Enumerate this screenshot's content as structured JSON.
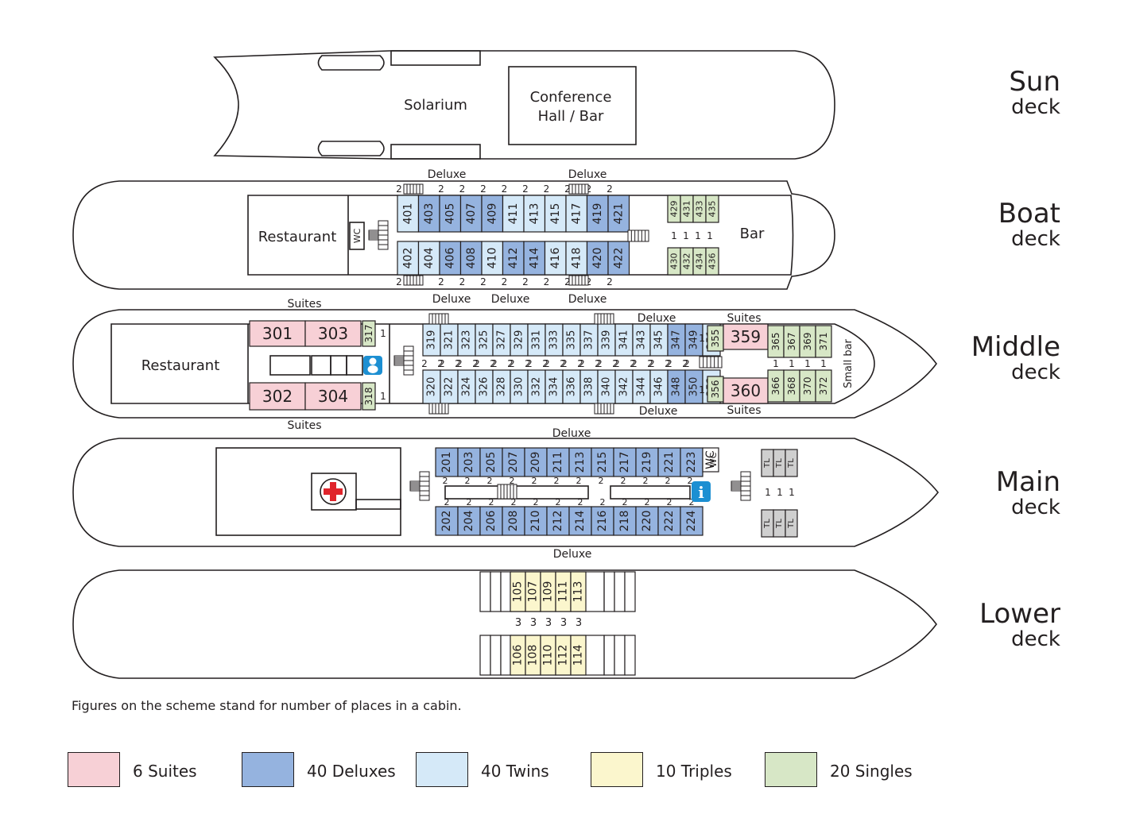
{
  "colors": {
    "suite": "#f7d0d6",
    "deluxe": "#95b3df",
    "twin": "#d5e9f8",
    "triple": "#fbf6cd",
    "single": "#d7e7c6",
    "service": "#cfcfcf",
    "info": "#1c8fd2",
    "cross": "#e0242b",
    "line": "#231f20"
  },
  "decks": {
    "sun": {
      "name1": "Sun",
      "name2": "deck",
      "solarium": "Solarium",
      "conf1": "Conference",
      "conf2": "Hall / Bar"
    },
    "boat": {
      "name1": "Boat",
      "name2": "deck",
      "restaurant": "Restaurant",
      "wc": "WC",
      "bar": "Bar",
      "deluxe": "Deluxe"
    },
    "middle": {
      "name1": "Middle",
      "name2": "deck",
      "restaurant": "Restaurant",
      "suites": "Suites",
      "deluxe": "Deluxe",
      "smallbar": "Small bar"
    },
    "main": {
      "name1": "Main",
      "name2": "deck",
      "wc": "WC",
      "deluxe": "Deluxe",
      "tl": "TL"
    },
    "lower": {
      "name1": "Lower",
      "name2": "deck"
    }
  },
  "note": "Figures on the scheme stand for number of places in a cabin.",
  "legend": [
    {
      "label": "6 Suites",
      "type": "suite"
    },
    {
      "label": "40 Deluxes",
      "type": "deluxe"
    },
    {
      "label": "40 Twins",
      "type": "twin"
    },
    {
      "label": "10 Triples",
      "type": "triple"
    },
    {
      "label": "20 Singles",
      "type": "single"
    }
  ],
  "cabins": {
    "boat_top": [
      [
        "401",
        "twin"
      ],
      [
        "403",
        "deluxe"
      ],
      [
        "405",
        "deluxe"
      ],
      [
        "407",
        "deluxe"
      ],
      [
        "409",
        "deluxe"
      ],
      [
        "411",
        "twin"
      ],
      [
        "413",
        "twin"
      ],
      [
        "415",
        "twin"
      ],
      [
        "417",
        "twin"
      ],
      [
        "419",
        "deluxe"
      ],
      [
        "421",
        "deluxe"
      ]
    ],
    "boat_bottom": [
      [
        "402",
        "twin"
      ],
      [
        "404",
        "twin"
      ],
      [
        "406",
        "deluxe"
      ],
      [
        "408",
        "deluxe"
      ],
      [
        "410",
        "twin"
      ],
      [
        "412",
        "deluxe"
      ],
      [
        "414",
        "deluxe"
      ],
      [
        "416",
        "twin"
      ],
      [
        "418",
        "twin"
      ],
      [
        "420",
        "deluxe"
      ],
      [
        "422",
        "deluxe"
      ]
    ],
    "boat_top_places": [
      "2",
      "2",
      "2",
      "2",
      "2",
      "2",
      "2",
      "2",
      "2",
      "2",
      "2"
    ],
    "boat_bottom_places": [
      "2",
      "2",
      "2",
      "2",
      "2",
      "2",
      "2",
      "2",
      "2",
      "2",
      "2"
    ],
    "boat_singles_top": [
      "429",
      "431",
      "433",
      "435"
    ],
    "boat_singles_bottom": [
      "430",
      "432",
      "434",
      "436"
    ],
    "boat_singles_places": [
      "1",
      "1",
      "1",
      "1"
    ],
    "middle_top": [
      "319",
      "321",
      "323",
      "325",
      "327",
      "329",
      "331",
      "333",
      "335",
      "337",
      "339",
      "341",
      "343",
      "345",
      "347",
      "349",
      "351"
    ],
    "middle_bottom": [
      "320",
      "322",
      "324",
      "326",
      "328",
      "330",
      "332",
      "334",
      "336",
      "338",
      "340",
      "342",
      "344",
      "346",
      "348",
      "350",
      "352"
    ],
    "middle_top_types": [
      "twin",
      "twin",
      "twin",
      "twin",
      "twin",
      "twin",
      "twin",
      "twin",
      "twin",
      "twin",
      "twin",
      "twin",
      "twin",
      "twin",
      "deluxe",
      "deluxe",
      "twin"
    ],
    "middle_bottom_types": [
      "twin",
      "twin",
      "twin",
      "twin",
      "twin",
      "twin",
      "twin",
      "twin",
      "twin",
      "twin",
      "twin",
      "twin",
      "twin",
      "twin",
      "deluxe",
      "deluxe",
      "twin"
    ],
    "middle_places": [
      "2",
      "2",
      "2",
      "2",
      "2",
      "2",
      "2",
      "2",
      "2",
      "2",
      "2",
      "2",
      "2",
      "2",
      "2",
      "2",
      "2"
    ],
    "middle_suites": [
      "301",
      "303",
      "302",
      "304",
      "359",
      "360"
    ],
    "middle_singles": [
      "317",
      "318",
      "355",
      "356"
    ],
    "middle_singles_places": [
      "1",
      "1",
      "1",
      "1"
    ],
    "middle_bow_top": [
      "365",
      "367",
      "369",
      "371"
    ],
    "middle_bow_bottom": [
      "366",
      "368",
      "370",
      "372"
    ],
    "middle_bow_places": [
      "1",
      "1",
      "1",
      "1"
    ],
    "main_top": [
      "201",
      "203",
      "205",
      "207",
      "209",
      "211",
      "213",
      "215",
      "217",
      "219",
      "221",
      "223"
    ],
    "main_bottom": [
      "202",
      "204",
      "206",
      "208",
      "210",
      "212",
      "214",
      "216",
      "218",
      "220",
      "222",
      "224"
    ],
    "main_places": [
      "2",
      "2",
      "2",
      "2",
      "2",
      "2",
      "2",
      "2",
      "2",
      "2",
      "2",
      "2"
    ],
    "main_tl_places": [
      "1",
      "1",
      "1"
    ],
    "lower_top": [
      "105",
      "107",
      "109",
      "111",
      "113"
    ],
    "lower_bottom": [
      "106",
      "108",
      "110",
      "112",
      "114"
    ],
    "lower_places": [
      "3",
      "3",
      "3",
      "3",
      "3"
    ]
  }
}
